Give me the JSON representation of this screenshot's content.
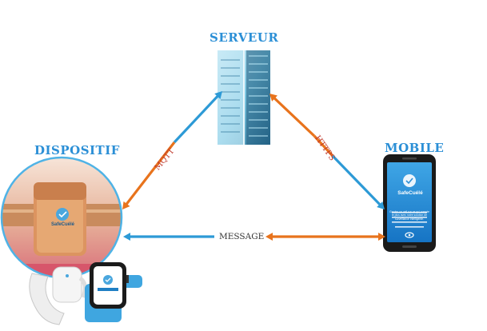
{
  "nodes": {
    "server": {
      "title": "SERVEUR"
    },
    "device": {
      "title": "DISPOSITIF"
    },
    "mobile": {
      "title": "MOBILE"
    }
  },
  "edges": {
    "mqtt": {
      "label": "MQTT"
    },
    "https": {
      "label": "HTTPS"
    },
    "message": {
      "label": "MESSAGE"
    }
  },
  "branding": {
    "logo_text": "SafeCuélé",
    "app_tagline": "Gardez un oeil sur ce qui compte le plus avec notre solution de surveillance intelligente."
  },
  "colors": {
    "title": "#2b8fd6",
    "blue_arrow": "#2d9ad6",
    "orange_arrow": "#e8731c",
    "edge_label": "#c0392b"
  }
}
